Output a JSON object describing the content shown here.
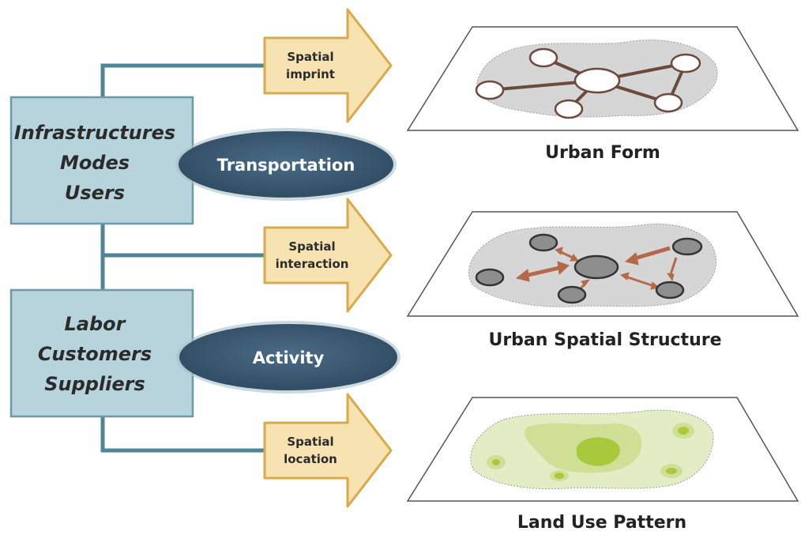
{
  "left_boxes": [
    {
      "lines": [
        "Infrastructures",
        "Modes",
        "Users"
      ]
    },
    {
      "lines": [
        "Labor",
        "Customers",
        "Suppliers"
      ]
    }
  ],
  "ovals": [
    {
      "label": "Transportation"
    },
    {
      "label": "Activity"
    }
  ],
  "arrows": [
    {
      "lines": [
        "Spatial",
        "imprint"
      ]
    },
    {
      "lines": [
        "Spatial",
        "interaction"
      ]
    },
    {
      "lines": [
        "Spatial",
        "location"
      ]
    }
  ],
  "panels": [
    {
      "caption": "Urban Form"
    },
    {
      "caption": "Urban Spatial Structure"
    },
    {
      "caption": "Land Use Pattern"
    }
  ],
  "colors": {
    "box_fill": "#b7d3dc",
    "box_stroke": "#6b9aac",
    "connector": "#4f8598",
    "oval_fill": "#3c5a72",
    "arrow_fill": "#f7e2b1",
    "arrow_stroke": "#d9a94a",
    "network_edge": "#6b4a3e",
    "flow_arrow": "#b46a4a",
    "region_fill": "#d6d6d6",
    "land_light": "#e2edc6",
    "land_mid": "#cfe096",
    "land_dark": "#a9c93c"
  }
}
